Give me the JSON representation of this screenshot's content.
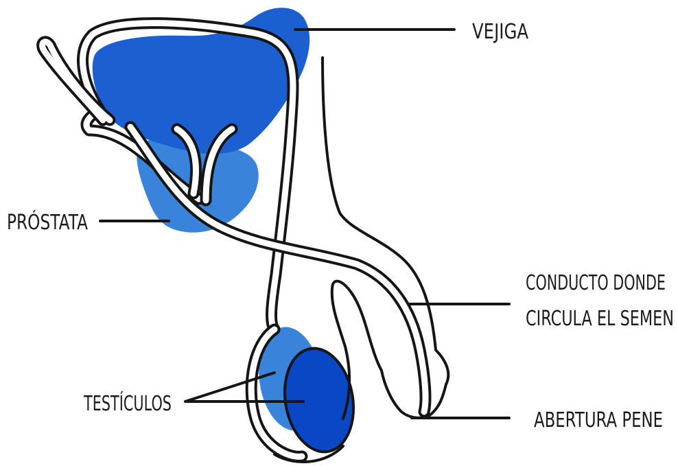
{
  "colors": {
    "bladder": "#1c5fd0",
    "prostate": "#3a83da",
    "testicle_back": "#3a83da",
    "testicle_front": "#0a47c4",
    "outline": "#151515",
    "duct_fill": "#ffffff"
  },
  "labels": {
    "vejiga": "VEJIGA",
    "prostata": "PRÓSTATA",
    "conducto_line1": "CONDUCTO DONDE",
    "conducto_line2": "CIRCULA EL SEMEN",
    "testiculos": "TESTÍCULOS",
    "abertura": "ABERTURA PENE"
  }
}
